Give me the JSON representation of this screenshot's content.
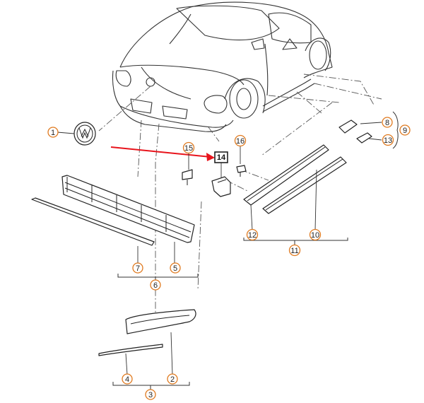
{
  "callouts": {
    "c1": "1",
    "c2": "2",
    "c3": "3",
    "c4": "4",
    "c5": "5",
    "c6": "6",
    "c7": "7",
    "c8": "8",
    "c9": "9",
    "c10": "10",
    "c11": "11",
    "c12": "12",
    "c13": "13",
    "c14": "14",
    "c15": "15",
    "c16": "16"
  },
  "highlight": {
    "target": "14",
    "arrow_color": "#e8141c"
  },
  "colors": {
    "callout_ring": "#e07a1f",
    "line_art": "#222222"
  }
}
